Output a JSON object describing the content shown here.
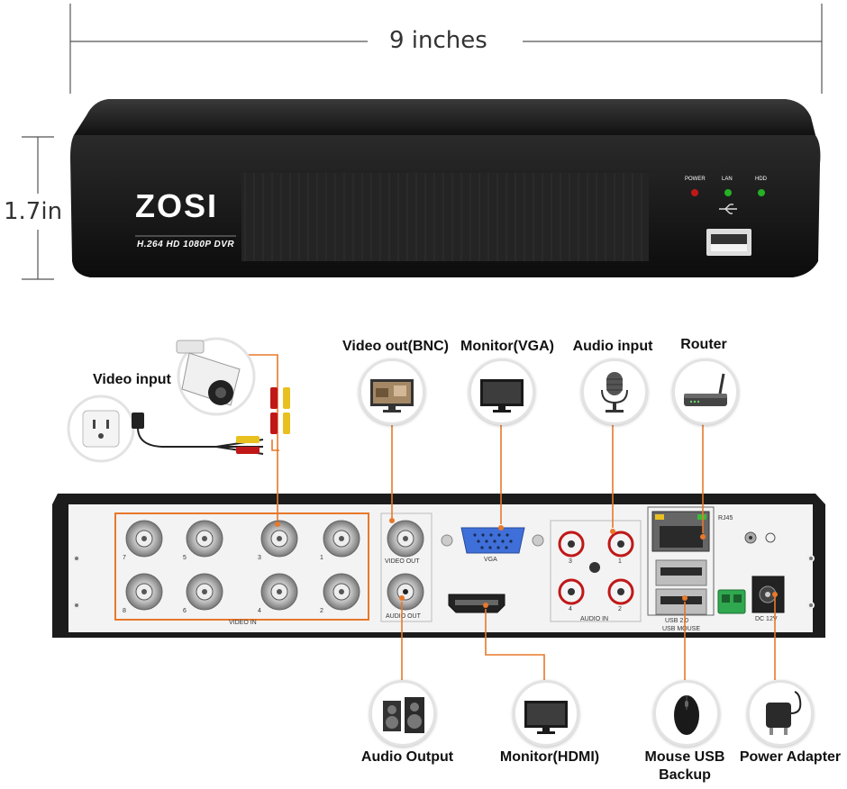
{
  "dimensions": {
    "width_label": "9 inches",
    "height_label": "1.7in"
  },
  "front_panel": {
    "brand": "ZOSI",
    "model": "H.264 HD 1080P DVR",
    "led_power": "POWER",
    "led_lan": "LAN",
    "led_hdd": "HDD"
  },
  "back_panel": {
    "video_in": "VIDEO IN",
    "video_out": "VIDEO OUT",
    "audio_out": "AUDIO OUT",
    "vga": "VGA",
    "audio_in": "AUDIO IN",
    "rj45": "RJ45",
    "usb": "USB 2.0",
    "usb_mouse": "USB MOUSE",
    "dc": "DC 12V",
    "channels_top": [
      "7",
      "5",
      "3",
      "1"
    ],
    "channels_bottom": [
      "8",
      "6",
      "4",
      "2"
    ],
    "audio_ch_top": [
      "3",
      "1"
    ],
    "audio_ch_bottom": [
      "4",
      "2"
    ]
  },
  "connections": {
    "video_input": "Video input",
    "video_out_bnc": "Video out(BNC)",
    "monitor_vga": "Monitor(VGA)",
    "audio_input": "Audio input",
    "router": "Router",
    "audio_output": "Audio Output",
    "monitor_hdmi": "Monitor(HDMI)",
    "mouse_line1": "Mouse USB",
    "mouse_line2": "Backup",
    "power_adapter": "Power Adapter"
  },
  "colors": {
    "wire": "#e8782a",
    "device_body": "#1e1e1e",
    "panel_face": "#f3f3f3"
  }
}
